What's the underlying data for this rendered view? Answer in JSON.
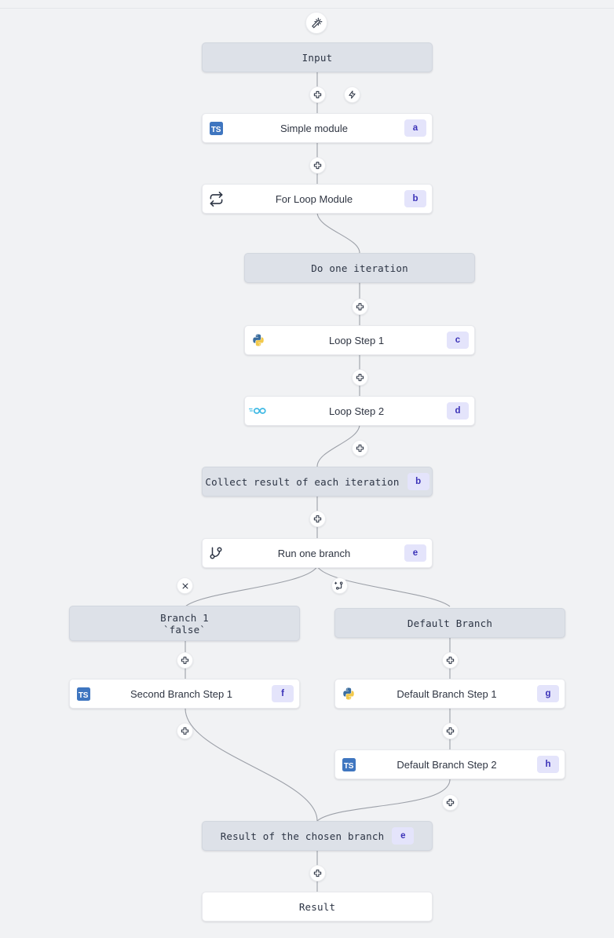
{
  "app": {
    "title": "Workflow Flow Editor",
    "background_color": "#f1f2f4",
    "edge_color": "#9ca0a8"
  },
  "colors": {
    "virtual_node_bg": "#dde1e8",
    "module_node_bg": "#ffffff",
    "badge_bg": "#e4e4fb",
    "badge_text": "#3b32b8",
    "typescript": "#3f76c0",
    "python_blue": "#3c6e9f",
    "python_yellow": "#f2c94c",
    "go_cyan": "#4fc3e8"
  },
  "toolbar": {
    "ai_assistant_label": "ai-assistant",
    "trigger_label": "trigger"
  },
  "nodes": [
    {
      "id": "input",
      "label": "Input",
      "kind": "virtual",
      "badge": ""
    },
    {
      "id": "a",
      "label": "Simple module",
      "kind": "module",
      "badge": "a",
      "lang": "typescript"
    },
    {
      "id": "b",
      "label": "For Loop Module",
      "kind": "module",
      "badge": "b",
      "lang": "forloop"
    },
    {
      "id": "iteration",
      "label": "Do one iteration",
      "kind": "virtual",
      "badge": ""
    },
    {
      "id": "c",
      "label": "Loop Step 1",
      "kind": "module",
      "badge": "c",
      "lang": "python"
    },
    {
      "id": "d",
      "label": "Loop Step 2",
      "kind": "module",
      "badge": "d",
      "lang": "go"
    },
    {
      "id": "collect",
      "label": "Collect result of each iteration",
      "kind": "virtual",
      "badge": "b"
    },
    {
      "id": "e",
      "label": "Run one branch",
      "kind": "module",
      "badge": "e",
      "lang": "branch"
    },
    {
      "id": "branch1",
      "label": "Branch 1",
      "label2": "`false`",
      "kind": "virtual",
      "badge": ""
    },
    {
      "id": "defaultbranch",
      "label": "Default Branch",
      "kind": "virtual",
      "badge": ""
    },
    {
      "id": "f",
      "label": "Second Branch Step 1",
      "kind": "module",
      "badge": "f",
      "lang": "typescript"
    },
    {
      "id": "g",
      "label": "Default Branch Step 1",
      "kind": "module",
      "badge": "g",
      "lang": "python"
    },
    {
      "id": "h",
      "label": "Default Branch Step 2",
      "kind": "module",
      "badge": "h",
      "lang": "typescript"
    },
    {
      "id": "chosen",
      "label": "Result of the chosen branch",
      "kind": "virtual",
      "badge": "e"
    },
    {
      "id": "result",
      "label": "Result",
      "kind": "plain",
      "badge": ""
    }
  ],
  "handles": [
    {
      "id": "h-magic",
      "icon": "magic-wand-icon"
    },
    {
      "id": "h-add-1",
      "icon": "plus-icon"
    },
    {
      "id": "h-bolt",
      "icon": "lightning-bolt-icon"
    },
    {
      "id": "h-add-2",
      "icon": "plus-icon"
    },
    {
      "id": "h-add-3",
      "icon": "plus-icon"
    },
    {
      "id": "h-add-4",
      "icon": "plus-icon"
    },
    {
      "id": "h-add-5",
      "icon": "plus-icon"
    },
    {
      "id": "h-add-6",
      "icon": "plus-icon"
    },
    {
      "id": "h-close",
      "icon": "close-icon"
    },
    {
      "id": "h-add-branch",
      "icon": "add-branch-icon"
    },
    {
      "id": "h-add-7",
      "icon": "plus-icon"
    },
    {
      "id": "h-add-8",
      "icon": "plus-icon"
    },
    {
      "id": "h-add-9",
      "icon": "plus-icon"
    },
    {
      "id": "h-add-10",
      "icon": "plus-icon"
    },
    {
      "id": "h-add-11",
      "icon": "plus-icon"
    },
    {
      "id": "h-add-12",
      "icon": "plus-icon"
    }
  ]
}
